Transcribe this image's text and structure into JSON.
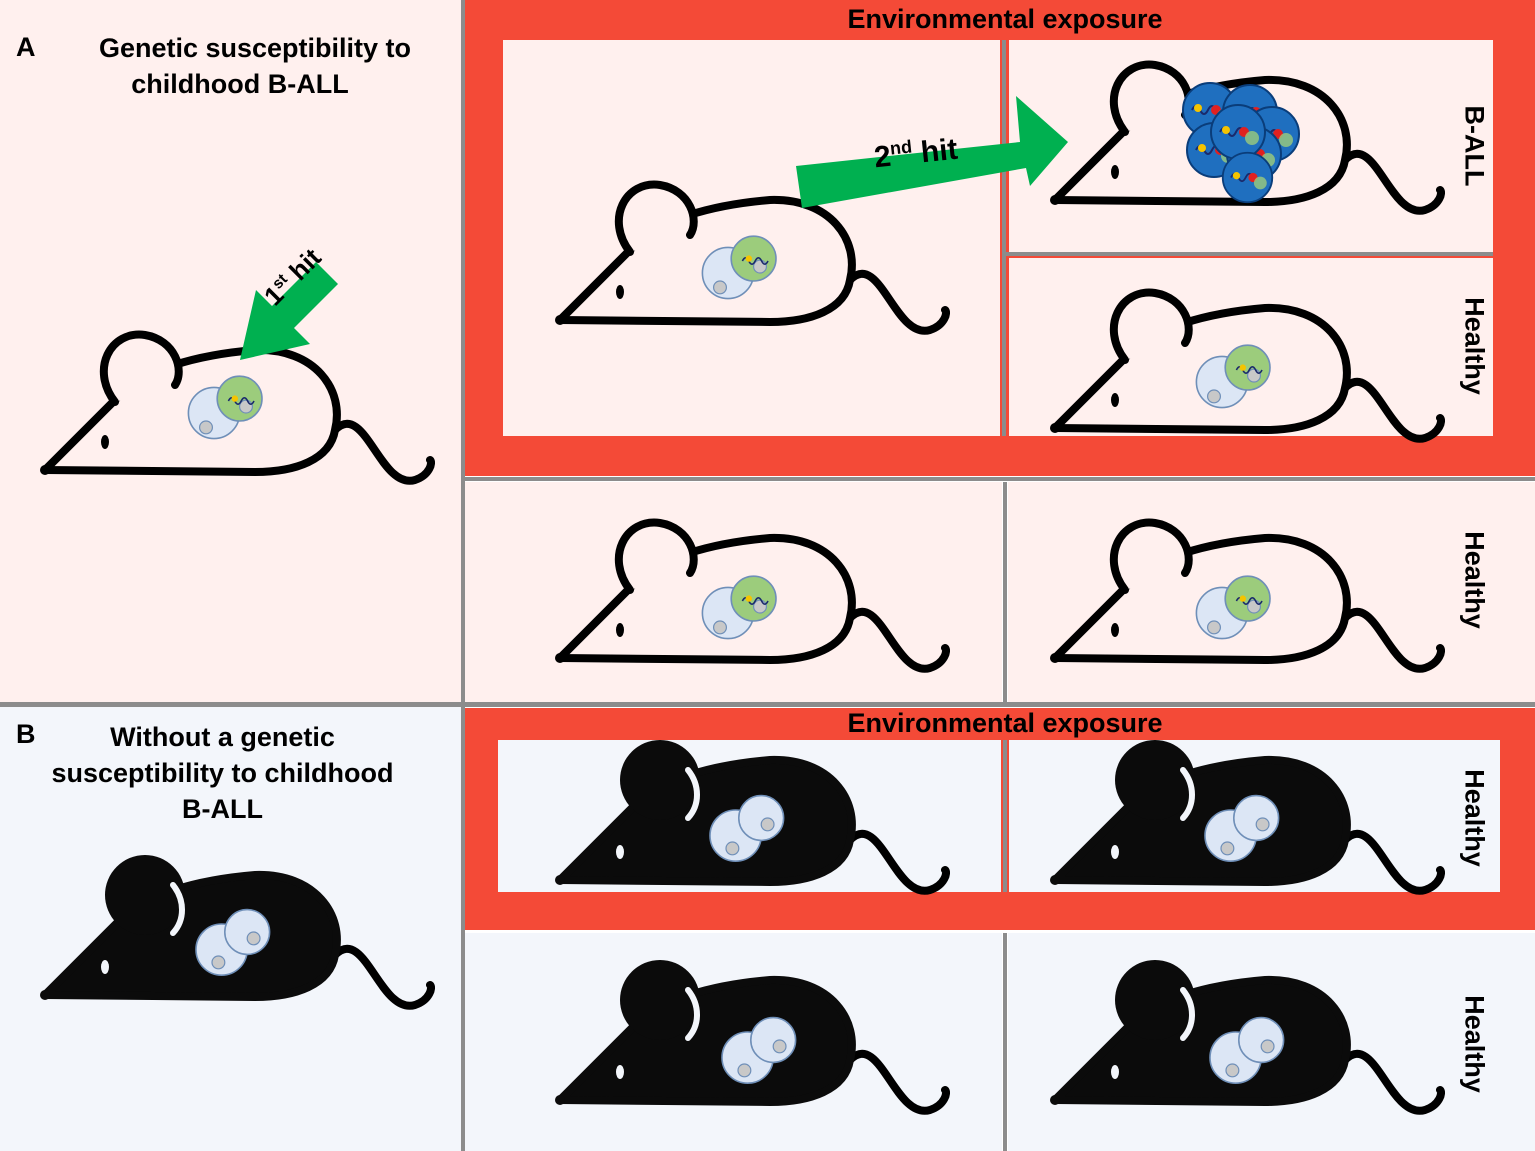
{
  "panel_a": {
    "letter": "A",
    "title_line1": "Genetic susceptibility to",
    "title_line2": "childhood B-ALL",
    "first_hit": {
      "num": "1",
      "sup": "st",
      "word": " hit"
    },
    "exposure_label": "Environmental exposure",
    "second_hit": {
      "num": "2",
      "sup": "nd",
      "word": " hit"
    },
    "outcome_leukemia": "B-ALL",
    "outcome_exposed_healthy": "Healthy",
    "outcome_unexposed_healthy": "Healthy"
  },
  "panel_b": {
    "letter": "B",
    "title_line1": "Without a genetic",
    "title_line2": "susceptibility to childhood",
    "title_line3": "B-ALL",
    "exposure_label": "Environmental exposure",
    "outcome_exposed_healthy": "Healthy",
    "outcome_unexposed_healthy": "Healthy"
  },
  "colors": {
    "exposure_frame": "#f44a37",
    "arrow": "#00b050",
    "panel_a_bg": "#fff0ee",
    "panel_b_bg": "#f3f6fb",
    "mutant_cell": "#9ccc7c",
    "leukemic_cell": "#1f6fbf",
    "normal_cell": "#dce6f5",
    "mouse_outline": "#000000"
  },
  "icons": [
    "mouse-outline-icon",
    "mouse-black-icon",
    "green-arrow-icon",
    "cell-icon"
  ]
}
